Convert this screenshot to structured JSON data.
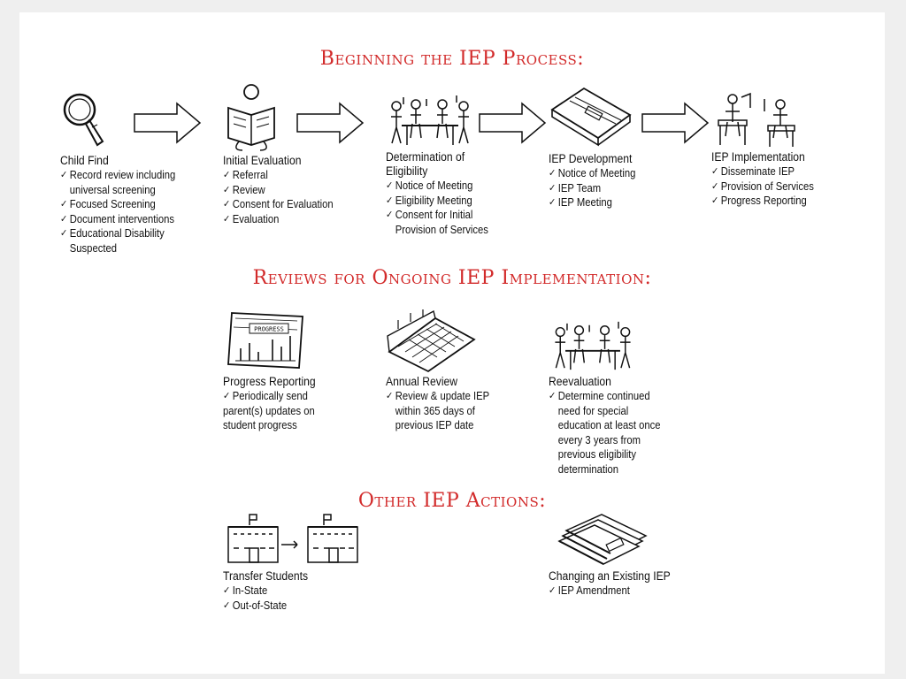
{
  "headings": {
    "beginning": "Beginning the IEP Process:",
    "reviews": "Reviews for Ongoing IEP Implementation:",
    "other": "Other IEP Actions:"
  },
  "colors": {
    "heading": "#d22a2a",
    "text": "#111111"
  },
  "process_steps": [
    {
      "title": "Child Find",
      "icon": "magnifying-glass-icon",
      "items": [
        "Record review including",
        "universal screening",
        "Focused Screening",
        "Document interventions",
        "Educational Disability",
        "Suspected"
      ]
    },
    {
      "title": "Initial Evaluation",
      "icon": "person-reading-icon",
      "items": [
        "Referral",
        "Review",
        "Consent for Evaluation",
        "Evaluation"
      ]
    },
    {
      "title_line1": "Determination of",
      "title_line2": "Eligibility",
      "icon": "team-meeting-icon",
      "items": [
        "Notice of Meeting",
        "Eligibility Meeting",
        "Consent for Initial",
        "Provision of Services"
      ]
    },
    {
      "title": "IEP Development",
      "icon": "binder-icon",
      "items": [
        "Notice of Meeting",
        "IEP Team",
        "IEP Meeting"
      ]
    },
    {
      "title": "IEP Implementation",
      "icon": "classroom-icon",
      "items": [
        "Disseminate IEP",
        "Provision of Services",
        "Progress Reporting"
      ]
    }
  ],
  "reviews": [
    {
      "title": "Progress Reporting",
      "icon": "progress-chart-icon",
      "chart_label": "PROGRESS",
      "items": [
        "Periodically send",
        "parent(s) updates on",
        "student progress"
      ]
    },
    {
      "title": "Annual Review",
      "icon": "calendar-icon",
      "items": [
        "Review & update IEP",
        "within 365 days of",
        "previous IEP date"
      ]
    },
    {
      "title": "Reevaluation",
      "icon": "team-meeting-icon",
      "items": [
        "Determine continued",
        "need for special",
        "education at least once",
        "every 3 years from",
        "previous eligibility",
        "determination"
      ]
    }
  ],
  "other_actions": [
    {
      "title": "Transfer Students",
      "icon": "school-transfer-icon",
      "items": [
        "In-State",
        "Out-of-State"
      ]
    },
    {
      "title": "Changing an Existing IEP",
      "icon": "document-stack-icon",
      "items": [
        "IEP Amendment"
      ]
    }
  ]
}
